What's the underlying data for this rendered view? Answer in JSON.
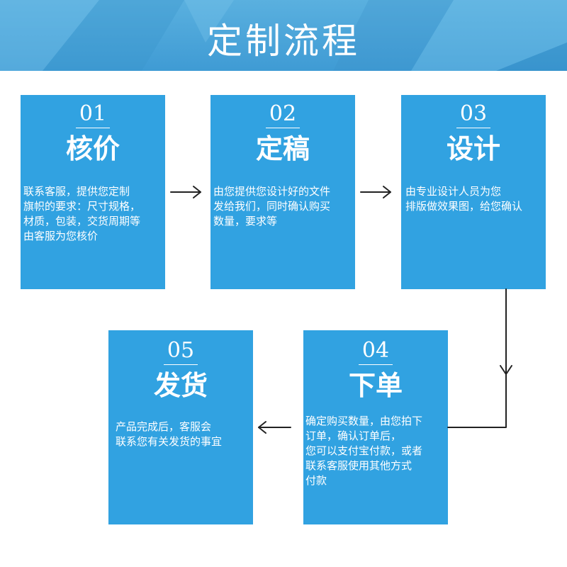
{
  "header": {
    "title": "定制流程"
  },
  "steps": [
    {
      "number": "01",
      "title": "核价",
      "description": " 联系客服，提供您定制\n旗帜的要求：尺寸规格，\n材质，包装，交货周期等\n由客服为您核价"
    },
    {
      "number": "02",
      "title": "定稿",
      "description": "由您提供您设计好的文件\n发给我们，同时确认购买\n数量，要求等"
    },
    {
      "number": "03",
      "title": "设计",
      "description": "由专业设计人员为您\n排版做效果图，给您确认"
    },
    {
      "number": "04",
      "title": "下单",
      "description": "确定购买数量，由您拍下\n订单，确认订单后，\n您可以支付宝付款，或者\n联系客服使用其他方式\n付款"
    },
    {
      "number": "05",
      "title": "发货",
      "description": "产品完成后，客服会\n联系您有关发货的事宜"
    }
  ],
  "colors": {
    "banner": "#4aa6da",
    "box": "#31a2e1",
    "text": "#ffffff",
    "arrow": "#222222"
  }
}
